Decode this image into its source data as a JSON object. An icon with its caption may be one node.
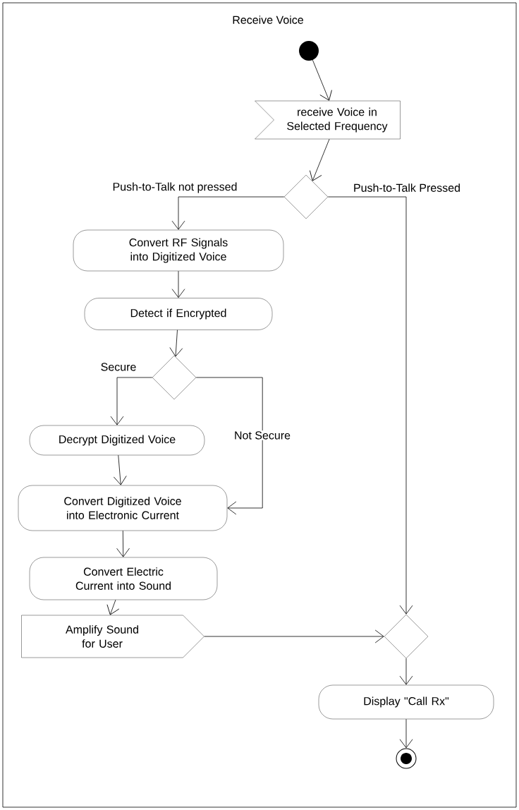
{
  "diagram": {
    "title": "Receive Voice",
    "nodes": [
      {
        "text": [],
        "shape": "circle"
      },
      {
        "text": [
          "receive Voice in Selected Frequency"
        ]
      },
      {
        "text": [],
        "shape": "diamond"
      },
      {
        "text": [
          "Convert RF Signals into Digitized Voice"
        ]
      },
      {
        "text": [
          "Detect if Encrypted"
        ]
      },
      {
        "text": [],
        "shape": "diamond"
      },
      {
        "text": [
          "Decrypt Digitized Voice"
        ]
      },
      {
        "text": [
          "Convert Digitized Voice into Electronic Current"
        ]
      },
      {
        "text": [
          "Convert Electric Current into Sound"
        ]
      },
      {
        "text": [
          "Amplify Sound for User"
        ]
      },
      {
        "text": [],
        "shape": "diamond"
      },
      {
        "text": [
          "Display \"Call Rx\""
        ]
      },
      {
        "text": [],
        "shape": "bullseye"
      }
    ],
    "edges": [
      {
        "from": 0,
        "to": 1,
        "arrow": "to"
      },
      {
        "from": 1,
        "to": 2,
        "arrow": "to"
      },
      {
        "from": 2,
        "to": 3,
        "arrow": "to",
        "label": "Push-to-Talk not pressed"
      },
      {
        "from": 2,
        "to": 10,
        "arrow": "to",
        "label": "Push-to-Talk Pressed"
      },
      {
        "from": 3,
        "to": 4,
        "arrow": "to"
      },
      {
        "from": 4,
        "to": 5,
        "arrow": "to"
      },
      {
        "from": 5,
        "to": 6,
        "arrow": "to",
        "label": "Secure"
      },
      {
        "from": 5,
        "to": 7,
        "arrow": "to",
        "label": "Not Secure"
      },
      {
        "from": 6,
        "to": 7,
        "arrow": "to"
      },
      {
        "from": 7,
        "to": 8,
        "arrow": "to"
      },
      {
        "from": 8,
        "to": 9,
        "arrow": "to"
      },
      {
        "from": 9,
        "to": 10,
        "arrow": "to"
      },
      {
        "from": 10,
        "to": 11,
        "arrow": "to"
      },
      {
        "from": 11,
        "to": 12,
        "arrow": "to"
      }
    ]
  }
}
